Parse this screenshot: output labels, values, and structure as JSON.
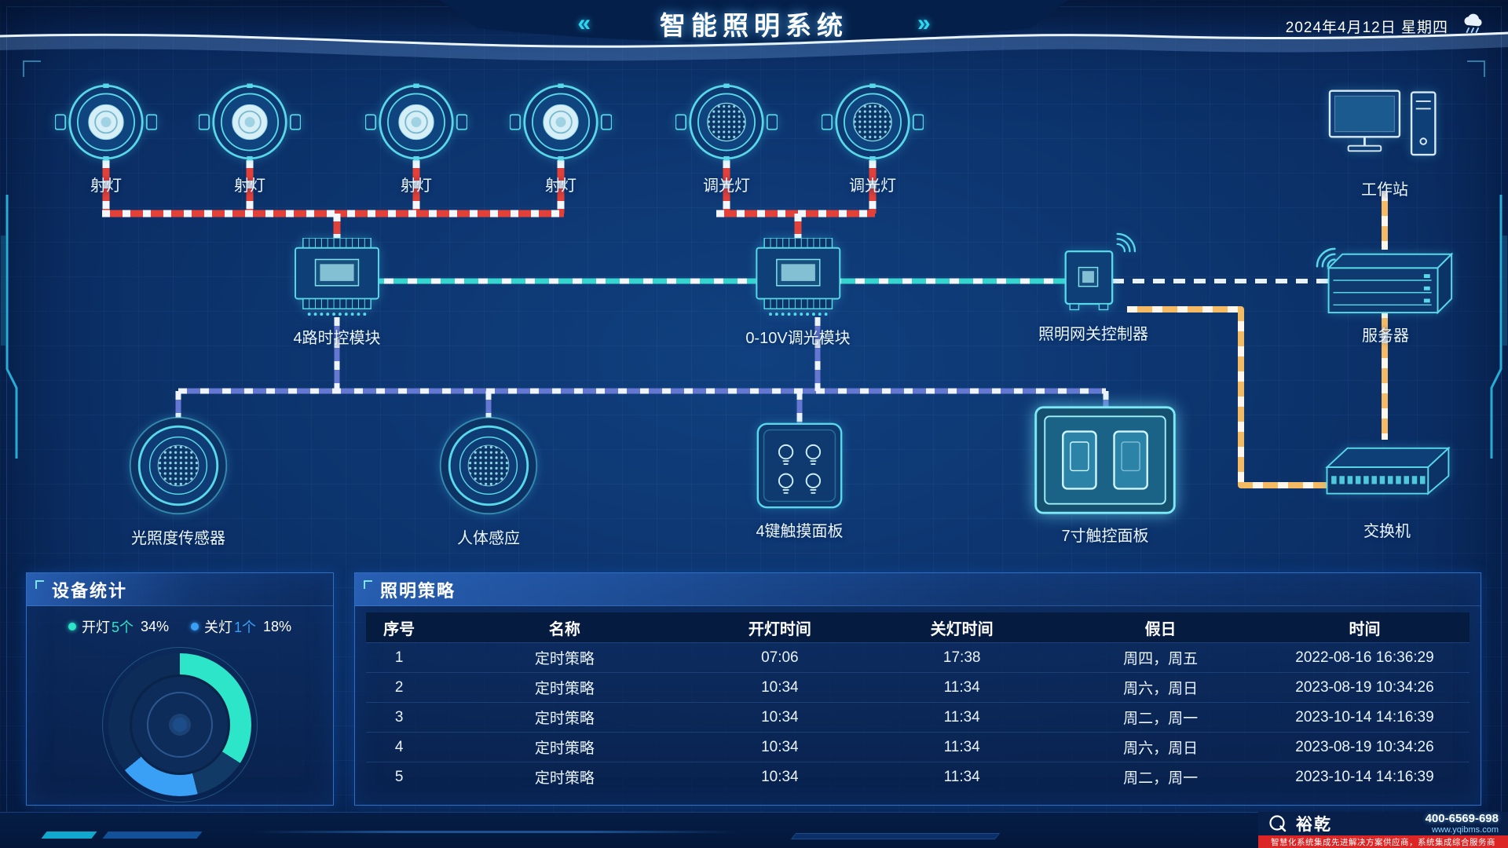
{
  "header": {
    "title": "智能照明系统",
    "date": "2024年4月12日  星期四",
    "left_chevrons": "«",
    "right_chevrons": "»",
    "weather_icon": "rain-cloud-icon"
  },
  "colors": {
    "accent_cyan": "#2cc4ec",
    "wire_spotlight_bus": "#e2413a",
    "wire_control": "#35d6cf",
    "wire_field_bus": "#6478d2",
    "wire_backbone": "#f4ba64",
    "wire_link": "#e9f1fc",
    "panel_border": "#2e6fc2",
    "slogan_strip": "#dc2626"
  },
  "devices": {
    "lights": [
      {
        "label": "射灯"
      },
      {
        "label": "射灯"
      },
      {
        "label": "射灯"
      },
      {
        "label": "射灯"
      },
      {
        "label": "调光灯"
      },
      {
        "label": "调光灯"
      }
    ],
    "workstation": {
      "label": "工作站"
    },
    "timer_module": {
      "label": "4路时控模块"
    },
    "dimmer_module": {
      "label": "0-10V调光模块"
    },
    "gateway": {
      "label": "照明网关控制器"
    },
    "server": {
      "label": "服务器"
    },
    "light_sensor": {
      "label": "光照度传感器"
    },
    "occupancy_sensor": {
      "label": "人体感应"
    },
    "touch_panel_4": {
      "label": "4键触摸面板"
    },
    "touch_panel_7": {
      "label": "7寸触控面板"
    },
    "switch": {
      "label": "交换机"
    }
  },
  "stats_panel": {
    "title": "设备统计",
    "legend": [
      {
        "label": "开灯",
        "count": "5个",
        "percent": "34%",
        "color": "#2de5c8"
      },
      {
        "label": "关灯",
        "count": "1个",
        "percent": "18%",
        "color": "#3aa0f5"
      }
    ],
    "chart_data": {
      "type": "pie",
      "title": "设备统计",
      "series": [
        {
          "name": "开灯",
          "count": 5,
          "percent": 34,
          "color": "#2de5c8"
        },
        {
          "name": "关灯",
          "count": 1,
          "percent": 18,
          "color": "#3aa0f5"
        }
      ],
      "legend_position": "top"
    }
  },
  "policy_panel": {
    "title": "照明策略",
    "columns": [
      "序号",
      "名称",
      "开灯时间",
      "关灯时间",
      "假日",
      "时间"
    ],
    "rows": [
      [
        "1",
        "定时策略",
        "07:06",
        "17:38",
        "周四，周五",
        "2022-08-16 16:36:29"
      ],
      [
        "2",
        "定时策略",
        "10:34",
        "11:34",
        "周六，周日",
        "2023-08-19 10:34:26"
      ],
      [
        "3",
        "定时策略",
        "10:34",
        "11:34",
        "周二，周一",
        "2023-10-14 14:16:39"
      ],
      [
        "4",
        "定时策略",
        "10:34",
        "11:34",
        "周六，周日",
        "2023-08-19 10:34:26"
      ],
      [
        "5",
        "定时策略",
        "10:34",
        "11:34",
        "周二，周一",
        "2023-10-14 14:16:39"
      ]
    ]
  },
  "footer": {
    "brand": "裕乾",
    "phone": "400-6569-698",
    "website": "www.yqibms.com",
    "slogan": "智慧化系统集成先进解决方案供应商，系统集成综合服务商"
  }
}
